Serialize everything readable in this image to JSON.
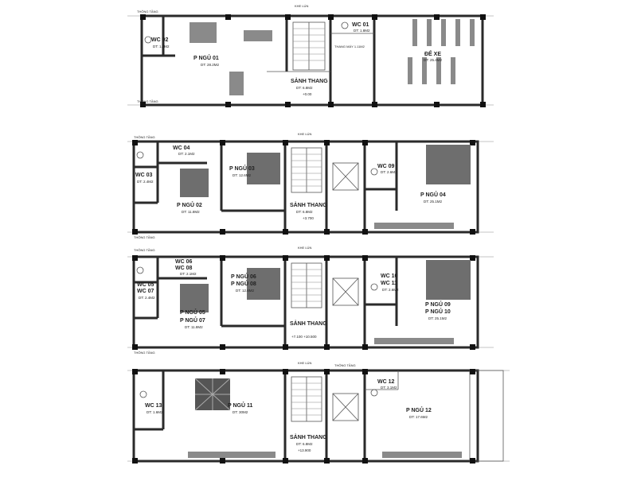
{
  "floors": [
    {
      "labels": {
        "thong_tang_top": "THÔNG TẦNG",
        "thong_tang_bottom": "THÔNG TẦNG",
        "khe_lun": "KHE LÚN",
        "wc02": "WC 02",
        "wc02_area": "DT: 1.6M2",
        "ngu01": "P NGỦ 01",
        "ngu01_area": "DT: 28.2M2",
        "wc01": "WC 01",
        "wc01_area": "DT: 1.8M2",
        "thang_may": "THANG MÁY 1.11M2",
        "sanh": "SẢNH THANG",
        "sanh_area": "DT: 6.8M2",
        "sanh_level": "+0.00",
        "dexe": "ĐỂ XE",
        "dexe_area": "DT: 25.4M2"
      }
    },
    {
      "labels": {
        "thong_tang_top": "THÔNG TẦNG",
        "thong_tang_bottom": "THÔNG TẦNG",
        "khe_lun": "KHE LÚN",
        "wc04": "WC 04",
        "wc04_area": "DT: 2.1M2",
        "wc03": "WC 03",
        "wc03_area": "DT: 2.4M2",
        "ngu03": "P NGỦ 03",
        "ngu03_area": "DT: 12.6M2",
        "ngu02": "P NGỦ 02",
        "ngu02_area": "DT: 11.8M2",
        "sanh": "SẢNH THANG",
        "sanh_area": "DT: 6.8M2",
        "sanh_level": "+3.700",
        "wc09": "WC 09",
        "wc09_area": "DT: 2.6M2",
        "ngu04": "P NGỦ 04",
        "ngu04_area": "DT: 25.1M2"
      }
    },
    {
      "labels": {
        "thong_tang_top": "THÔNG TẦNG",
        "thong_tang_bottom": "THÔNG TẦNG",
        "khe_lun": "KHE LÚN",
        "wc06": "WC 06",
        "wc08": "WC 08",
        "wc0608_area": "DT: 2.1M2",
        "wc05": "WC 05",
        "wc07": "WC 07",
        "wc0507_area": "DT: 2.4M2",
        "ngu06": "P NGỦ 06",
        "ngu08": "P NGỦ 08",
        "ngu0608_area": "DT: 12.6M2",
        "ngu05": "P NGỦ 05",
        "ngu07": "P NGỦ 07",
        "ngu0507_area": "DT: 11.8M2",
        "sanh": "SẢNH THANG",
        "sanh_levels": "+7.100 +10.500",
        "wc10": "WC 10",
        "wc11": "WC 11",
        "wc1011_area": "DT: 2.6M2",
        "ngu09": "P NGỦ 09",
        "ngu10": "P NGỦ 10",
        "ngu0910_area": "DT: 25.1M2"
      }
    },
    {
      "labels": {
        "thong_tang_top": "THÔNG TẦNG",
        "khe_lun": "KHE LÚN",
        "wc13": "WC 13",
        "wc13_area": "DT: 1.6M2",
        "ngu11": "P NGỦ 11",
        "ngu11_area": "DT: 30M2",
        "sanh": "SẢNH THANG",
        "sanh_area": "DT: 6.8M2",
        "sanh_level": "+13.900",
        "wc12": "WC 12",
        "wc12_area": "DT: 3.1M2",
        "ngu12": "P NGỦ 12",
        "ngu12_area": "DT: 17.6M2"
      }
    }
  ]
}
